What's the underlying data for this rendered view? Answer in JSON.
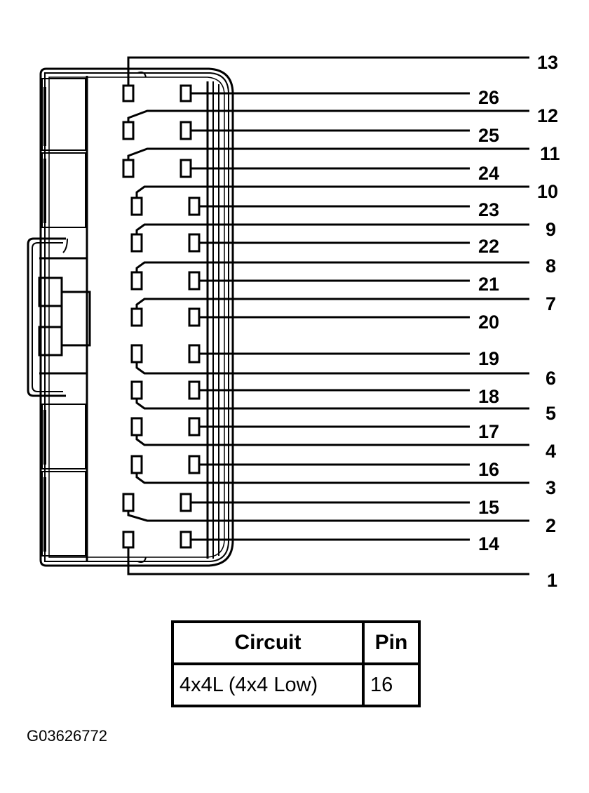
{
  "connector": {
    "pin_labels_right": [
      "13",
      "12",
      "11",
      "10",
      "9",
      "8",
      "7",
      "6",
      "5",
      "4",
      "3",
      "2",
      "1"
    ],
    "pin_labels_inner": [
      "26",
      "25",
      "24",
      "23",
      "22",
      "21",
      "20",
      "19",
      "18",
      "17",
      "16",
      "15",
      "14"
    ]
  },
  "table": {
    "header_circuit": "Circuit",
    "header_pin": "Pin",
    "rows": [
      {
        "circuit": "4x4L (4x4 Low)",
        "pin": "16"
      }
    ]
  },
  "figure_code": "G03626772"
}
